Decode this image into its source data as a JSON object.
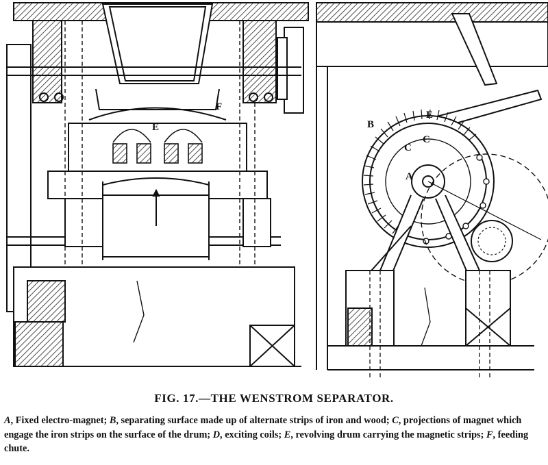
{
  "figure": {
    "labels": {
      "a": "A",
      "b": "B",
      "c": "C",
      "c2": "C",
      "e": "E",
      "e2": "E",
      "f": "F"
    }
  },
  "caption": {
    "title": "FIG. 17.—THE WENSTROM SEPARATOR.",
    "items": [
      {
        "key": "A",
        "text": "Fixed electro-magnet;"
      },
      {
        "key": "B",
        "text": "separating surface made up of alternate strips of iron and wood;"
      },
      {
        "key": "C",
        "text": "projections of magnet which engage the iron strips on the surface of the drum;"
      },
      {
        "key": "D",
        "text": "exciting coils;"
      },
      {
        "key": "E",
        "text": "revolving drum carrying the magnetic strips;"
      },
      {
        "key": "F",
        "text": "feeding chute."
      }
    ]
  }
}
